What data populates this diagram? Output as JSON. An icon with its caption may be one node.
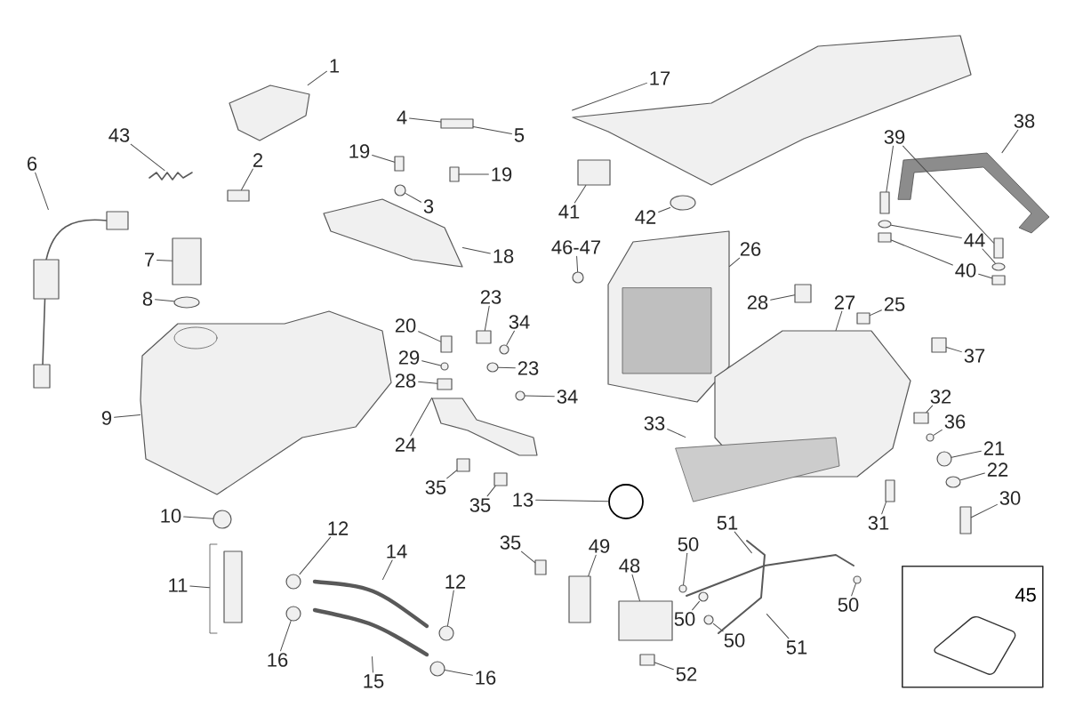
{
  "diagram": {
    "nodes": [
      {
        "text": [
          "1"
        ]
      },
      {
        "text": [
          "17"
        ]
      },
      {
        "text": [
          "4"
        ]
      },
      {
        "text": [
          "5"
        ]
      },
      {
        "text": [
          "38"
        ]
      },
      {
        "text": [
          "43"
        ]
      },
      {
        "text": [
          "39"
        ]
      },
      {
        "text": [
          "2"
        ]
      },
      {
        "text": [
          "6"
        ]
      },
      {
        "text": [
          "19"
        ]
      },
      {
        "text": [
          "19"
        ]
      },
      {
        "text": [
          "41"
        ]
      },
      {
        "text": [
          "42"
        ]
      },
      {
        "text": [
          "3"
        ]
      },
      {
        "text": [
          "44"
        ]
      },
      {
        "text": [
          "40"
        ]
      },
      {
        "text": [
          "26"
        ]
      },
      {
        "text": [
          "46-47"
        ]
      },
      {
        "text": [
          "18"
        ]
      },
      {
        "text": [
          "7"
        ]
      },
      {
        "text": [
          "8"
        ]
      },
      {
        "text": [
          "23"
        ]
      },
      {
        "text": [
          "28"
        ]
      },
      {
        "text": [
          "27"
        ]
      },
      {
        "text": [
          "25"
        ]
      },
      {
        "text": [
          "34"
        ]
      },
      {
        "text": [
          "20"
        ]
      },
      {
        "text": [
          "37"
        ]
      },
      {
        "text": [
          "29"
        ]
      },
      {
        "text": [
          "23"
        ]
      },
      {
        "text": [
          "28"
        ]
      },
      {
        "text": [
          "34"
        ]
      },
      {
        "text": [
          "9"
        ]
      },
      {
        "text": [
          "33"
        ]
      },
      {
        "text": [
          "24"
        ]
      },
      {
        "text": [
          "32"
        ]
      },
      {
        "text": [
          "36"
        ]
      },
      {
        "text": [
          "21"
        ]
      },
      {
        "text": [
          "22"
        ]
      },
      {
        "text": [
          "30"
        ]
      },
      {
        "text": [
          "31"
        ]
      },
      {
        "text": [
          "35"
        ]
      },
      {
        "text": [
          "35"
        ]
      },
      {
        "text": [
          "13"
        ]
      },
      {
        "text": [
          "12"
        ]
      },
      {
        "text": [
          "14"
        ]
      },
      {
        "text": [
          "50"
        ]
      },
      {
        "text": [
          "49"
        ]
      },
      {
        "text": [
          "35"
        ]
      },
      {
        "text": [
          "51"
        ]
      },
      {
        "text": [
          "10"
        ]
      },
      {
        "text": [
          "11"
        ]
      },
      {
        "text": [
          "12"
        ]
      },
      {
        "text": [
          "48"
        ]
      },
      {
        "text": [
          "45"
        ]
      },
      {
        "text": [
          "50"
        ]
      },
      {
        "text": [
          "50"
        ]
      },
      {
        "text": [
          "51"
        ]
      },
      {
        "text": [
          "50"
        ]
      },
      {
        "text": [
          "16"
        ]
      },
      {
        "text": [
          "15"
        ]
      },
      {
        "text": [
          "16"
        ]
      },
      {
        "text": [
          "52"
        ]
      },
      {
        "text": [],
        "shape": "picture"
      },
      {
        "text": [],
        "shape": "picture"
      },
      {
        "text": [],
        "shape": "box"
      },
      {
        "text": [],
        "shape": "picture"
      },
      {
        "text": [],
        "shape": "picture"
      },
      {
        "text": [],
        "shape": "box"
      },
      {
        "text": [],
        "shape": "box"
      },
      {
        "text": [],
        "shape": "box"
      },
      {
        "text": [],
        "shape": "picture"
      },
      {
        "text": [],
        "shape": "box"
      },
      {
        "text": [],
        "shape": "box"
      },
      {
        "text": [],
        "shape": "box"
      },
      {
        "text": [],
        "shape": "circle"
      },
      {
        "text": [],
        "shape": "circle"
      },
      {
        "text": [],
        "shape": "circle"
      },
      {
        "text": [],
        "shape": "circle"
      },
      {
        "text": [],
        "shape": "box"
      },
      {
        "text": [],
        "shape": "box"
      },
      {
        "text": [],
        "shape": "picture"
      },
      {
        "text": [],
        "shape": "circle"
      },
      {
        "text": [],
        "shape": "picture"
      },
      {
        "text": [],
        "shape": "box"
      },
      {
        "text": [],
        "shape": "circle"
      },
      {
        "text": [],
        "shape": "box"
      },
      {
        "text": [],
        "shape": "box"
      },
      {
        "text": [],
        "shape": "picture"
      },
      {
        "text": [],
        "shape": "box"
      },
      {
        "text": [],
        "shape": "circle"
      },
      {
        "text": [],
        "shape": "box"
      },
      {
        "text": [],
        "shape": "box"
      },
      {
        "text": [],
        "shape": "circle"
      },
      {
        "text": [],
        "shape": "circle"
      },
      {
        "text": [],
        "shape": "box"
      },
      {
        "text": [],
        "shape": "circle"
      },
      {
        "text": [],
        "shape": "picture"
      },
      {
        "text": [],
        "shape": "picture"
      },
      {
        "text": [],
        "shape": "picture"
      },
      {
        "text": [],
        "shape": "box"
      },
      {
        "text": [],
        "shape": "circle"
      },
      {
        "text": [],
        "shape": "circle"
      },
      {
        "text": [],
        "shape": "circle"
      },
      {
        "text": [],
        "shape": "box"
      },
      {
        "text": [],
        "shape": "box"
      },
      {
        "text": [],
        "shape": "box"
      },
      {
        "text": [],
        "shape": "box"
      },
      {
        "text": [],
        "shape": "circle"
      },
      {
        "text": [],
        "shape": "circle"
      },
      {
        "text": [],
        "shape": "picture"
      },
      {
        "text": [],
        "shape": "circle"
      },
      {
        "text": [],
        "shape": "box"
      },
      {
        "text": [],
        "shape": "box"
      },
      {
        "text": [],
        "shape": "picture"
      },
      {
        "text": [],
        "shape": "circle"
      },
      {
        "text": [],
        "shape": "picture"
      },
      {
        "text": [],
        "shape": "circle"
      },
      {
        "text": [],
        "shape": "box"
      },
      {
        "text": [],
        "shape": "circle"
      },
      {
        "text": [],
        "shape": "circle"
      },
      {
        "text": [],
        "shape": "picture"
      },
      {
        "text": [],
        "shape": "circle"
      },
      {
        "text": [],
        "shape": "circle"
      },
      {
        "text": [],
        "shape": "picture"
      },
      {
        "text": [],
        "shape": "circle"
      },
      {
        "text": [],
        "shape": "box"
      }
    ],
    "edges": [
      {
        "from": 0,
        "to": 63,
        "arrow": "none"
      },
      {
        "from": 1,
        "to": 64,
        "arrow": "none"
      },
      {
        "from": 2,
        "to": 65,
        "arrow": "none"
      },
      {
        "from": 3,
        "to": 65,
        "arrow": "none"
      },
      {
        "from": 4,
        "to": 66,
        "arrow": "none"
      },
      {
        "from": 5,
        "to": 67,
        "arrow": "none"
      },
      {
        "from": 6,
        "to": 68,
        "arrow": "none"
      },
      {
        "from": 6,
        "to": 69,
        "arrow": "none"
      },
      {
        "from": 7,
        "to": 70,
        "arrow": "none"
      },
      {
        "from": 8,
        "to": 71,
        "arrow": "none"
      },
      {
        "from": 9,
        "to": 72,
        "arrow": "none"
      },
      {
        "from": 10,
        "to": 73,
        "arrow": "none"
      },
      {
        "from": 11,
        "to": 74,
        "arrow": "none"
      },
      {
        "from": 12,
        "to": 75,
        "arrow": "none"
      },
      {
        "from": 13,
        "to": 76,
        "arrow": "none"
      },
      {
        "from": 14,
        "to": 77,
        "arrow": "none"
      },
      {
        "from": 14,
        "to": 78,
        "arrow": "none"
      },
      {
        "from": 15,
        "to": 79,
        "arrow": "none"
      },
      {
        "from": 15,
        "to": 80,
        "arrow": "none"
      },
      {
        "from": 16,
        "to": 81,
        "arrow": "none"
      },
      {
        "from": 17,
        "to": 82,
        "arrow": "none"
      },
      {
        "from": 18,
        "to": 83,
        "arrow": "none"
      },
      {
        "from": 19,
        "to": 84,
        "arrow": "none"
      },
      {
        "from": 20,
        "to": 85,
        "arrow": "none"
      },
      {
        "from": 21,
        "to": 86,
        "arrow": "none"
      },
      {
        "from": 22,
        "to": 87,
        "arrow": "none"
      },
      {
        "from": 23,
        "to": 88,
        "arrow": "none"
      },
      {
        "from": 24,
        "to": 89,
        "arrow": "none"
      },
      {
        "from": 25,
        "to": 90,
        "arrow": "none"
      },
      {
        "from": 26,
        "to": 91,
        "arrow": "none"
      },
      {
        "from": 27,
        "to": 92,
        "arrow": "none"
      },
      {
        "from": 28,
        "to": 93,
        "arrow": "none"
      },
      {
        "from": 29,
        "to": 94,
        "arrow": "none"
      },
      {
        "from": 30,
        "to": 95,
        "arrow": "none"
      },
      {
        "from": 31,
        "to": 96,
        "arrow": "none"
      },
      {
        "from": 32,
        "to": 97,
        "arrow": "none"
      },
      {
        "from": 33,
        "to": 98,
        "arrow": "none"
      },
      {
        "from": 34,
        "to": 99,
        "arrow": "none"
      },
      {
        "from": 35,
        "to": 100,
        "arrow": "none"
      },
      {
        "from": 36,
        "to": 101,
        "arrow": "none"
      },
      {
        "from": 37,
        "to": 102,
        "arrow": "none"
      },
      {
        "from": 38,
        "to": 103,
        "arrow": "none"
      },
      {
        "from": 39,
        "to": 104,
        "arrow": "none"
      },
      {
        "from": 40,
        "to": 105,
        "arrow": "none"
      },
      {
        "from": 41,
        "to": 106,
        "arrow": "none"
      },
      {
        "from": 42,
        "to": 107,
        "arrow": "none"
      },
      {
        "from": 43,
        "to": 108,
        "arrow": "none"
      },
      {
        "from": 44,
        "to": 109,
        "arrow": "none"
      },
      {
        "from": 45,
        "to": 110,
        "arrow": "none"
      },
      {
        "from": 46,
        "to": 111,
        "arrow": "none"
      },
      {
        "from": 47,
        "to": 112,
        "arrow": "none"
      },
      {
        "from": 48,
        "to": 113,
        "arrow": "none"
      },
      {
        "from": 49,
        "to": 114,
        "arrow": "none"
      },
      {
        "from": 50,
        "to": 115,
        "arrow": "none"
      },
      {
        "from": 51,
        "to": 116,
        "arrow": "none"
      },
      {
        "from": 52,
        "to": 117,
        "arrow": "none"
      },
      {
        "from": 53,
        "to": 118,
        "arrow": "none"
      },
      {
        "from": 55,
        "to": 119,
        "arrow": "none"
      },
      {
        "from": 56,
        "to": 120,
        "arrow": "none"
      },
      {
        "from": 57,
        "to": 121,
        "arrow": "none"
      },
      {
        "from": 58,
        "to": 122,
        "arrow": "none"
      },
      {
        "from": 59,
        "to": 123,
        "arrow": "none"
      },
      {
        "from": 60,
        "to": 124,
        "arrow": "none"
      },
      {
        "from": 61,
        "to": 125,
        "arrow": "none"
      },
      {
        "from": 62,
        "to": 126,
        "arrow": "none"
      }
    ]
  }
}
